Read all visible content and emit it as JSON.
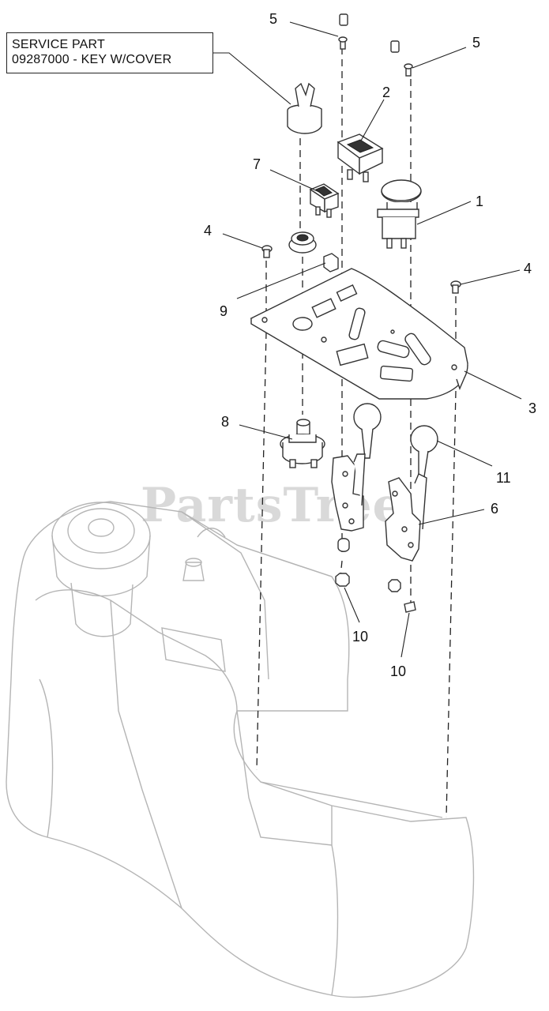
{
  "service_note": {
    "line1": "SERVICE PART",
    "line2": "09287000 - KEY W/COVER"
  },
  "watermark": "PartsTree",
  "callouts": {
    "c5a": "5",
    "c5b": "5",
    "c2": "2",
    "c7": "7",
    "c1": "1",
    "c4a": "4",
    "c4b": "4",
    "c9": "9",
    "c3": "3",
    "c8": "8",
    "c11": "11",
    "c6": "6",
    "c10a": "10",
    "c10b": "10"
  }
}
